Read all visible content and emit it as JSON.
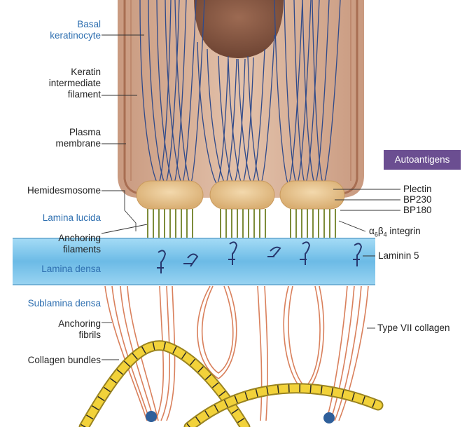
{
  "diagram": {
    "colors": {
      "cell": "#d9b39a",
      "cell_edge": "#b57d5f",
      "nucleus": "#8a5a44",
      "keratin": "#2f4a8a",
      "plaque": "#e8c58f",
      "filament": "#7d8c3a",
      "lamina_densa": "#7cc3ea",
      "fibril": "#d9805c",
      "collagen": "#f2d23a",
      "autoantigen_tag": "#6b4e91",
      "label_blue": "#2e6fb0"
    },
    "left_labels": {
      "basal": "Basal",
      "keratinocyte": "keratinocyte",
      "keratin_1": "Keratin",
      "keratin_2": "intermediate",
      "keratin_3": "filament",
      "plasma_1": "Plasma",
      "plasma_2": "membrane",
      "hemidesmosome": "Hemidesmosome",
      "lamina_lucida": "Lamina lucida",
      "anchoring_filaments_1": "Anchoring",
      "anchoring_filaments_2": "filaments",
      "lamina_densa": "Lamina densa",
      "sublamina_densa": "Sublamina densa",
      "anchoring_fibrils_1": "Anchoring",
      "anchoring_fibrils_2": "fibrils",
      "collagen_bundles": "Collagen bundles"
    },
    "right_labels": {
      "autoantigens": "Autoantigens",
      "plectin": "Plectin",
      "bp230": "BP230",
      "bp180": "BP180",
      "integrin_suffix": "integrin",
      "laminin": "Laminin 5",
      "type_vii": "Type VII collagen"
    }
  }
}
